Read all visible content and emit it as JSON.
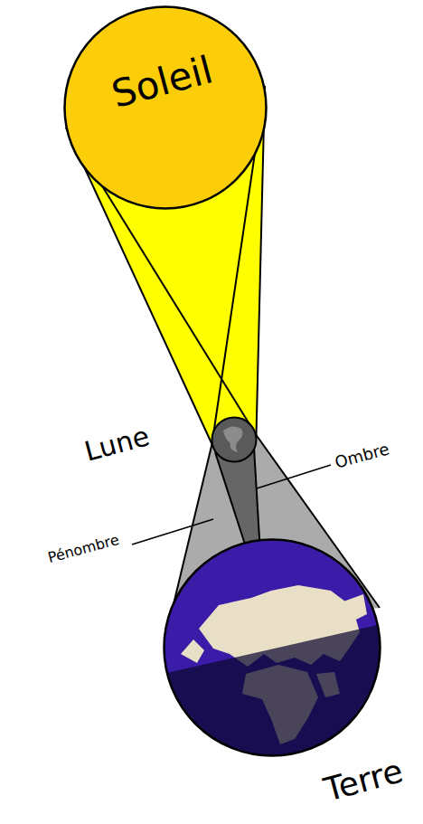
{
  "diagram": {
    "nodes": [
      {
        "text": [
          "Soleil"
        ]
      },
      {
        "text": [
          "Lune"
        ]
      },
      {
        "text": [
          "Terre"
        ]
      }
    ],
    "labels": [
      "Ombre",
      "Pénombre"
    ]
  }
}
